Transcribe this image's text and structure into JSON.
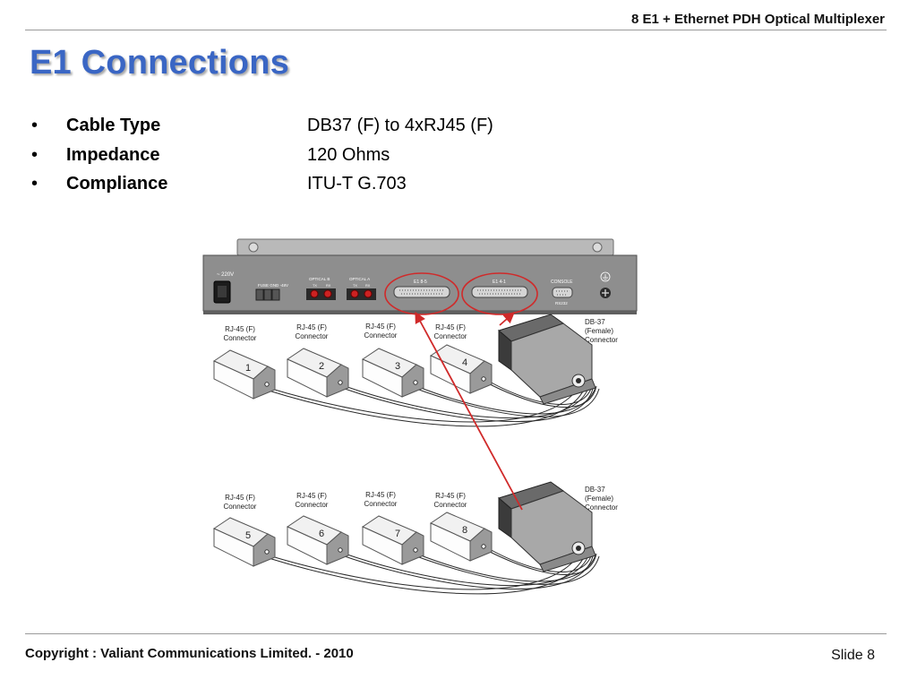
{
  "header": {
    "title": "8 E1 + Ethernet PDH Optical Multiplexer"
  },
  "slide": {
    "title": "E1 Connections"
  },
  "specs": [
    {
      "bullet": "•",
      "label": "Cable Type",
      "value": "DB37 (F) to 4xRJ45 (F)"
    },
    {
      "bullet": "•",
      "label": "Impedance",
      "value": "120 Ohms"
    },
    {
      "bullet": "•",
      "label": "Compliance",
      "value": "ITU-T G.703"
    }
  ],
  "panel": {
    "power_label": "~ 220V",
    "fuse_label": "FUSE GND -48V",
    "optical_b_label": "OPTICAL B",
    "optical_a_label": "OPTICAL A",
    "tx_label": "TX",
    "rx_label": "RX",
    "e1_group_1_label": "E1 8-5",
    "e1_group_2_label": "E1 4-1",
    "console_label": "CONSOLE",
    "console_port_label": "RS232"
  },
  "connectors": {
    "rj45_label_line1": "RJ-45 (F)",
    "rj45_label_line2": "Connector",
    "db37_label_line1": "DB-37",
    "db37_label_line2": "(Female)",
    "db37_label_line3": "Connector",
    "top_group_numbers": [
      "1",
      "2",
      "3",
      "4"
    ],
    "bottom_group_numbers": [
      "5",
      "6",
      "7",
      "8"
    ]
  },
  "colors": {
    "title_blue": "#3a66c4",
    "highlight_red": "#d02a2a",
    "panel_gray": "#8e8e8e"
  },
  "footer": {
    "copyright": "Copyright : Valiant Communications Limited. - 2010",
    "slide_number": "Slide 8"
  }
}
